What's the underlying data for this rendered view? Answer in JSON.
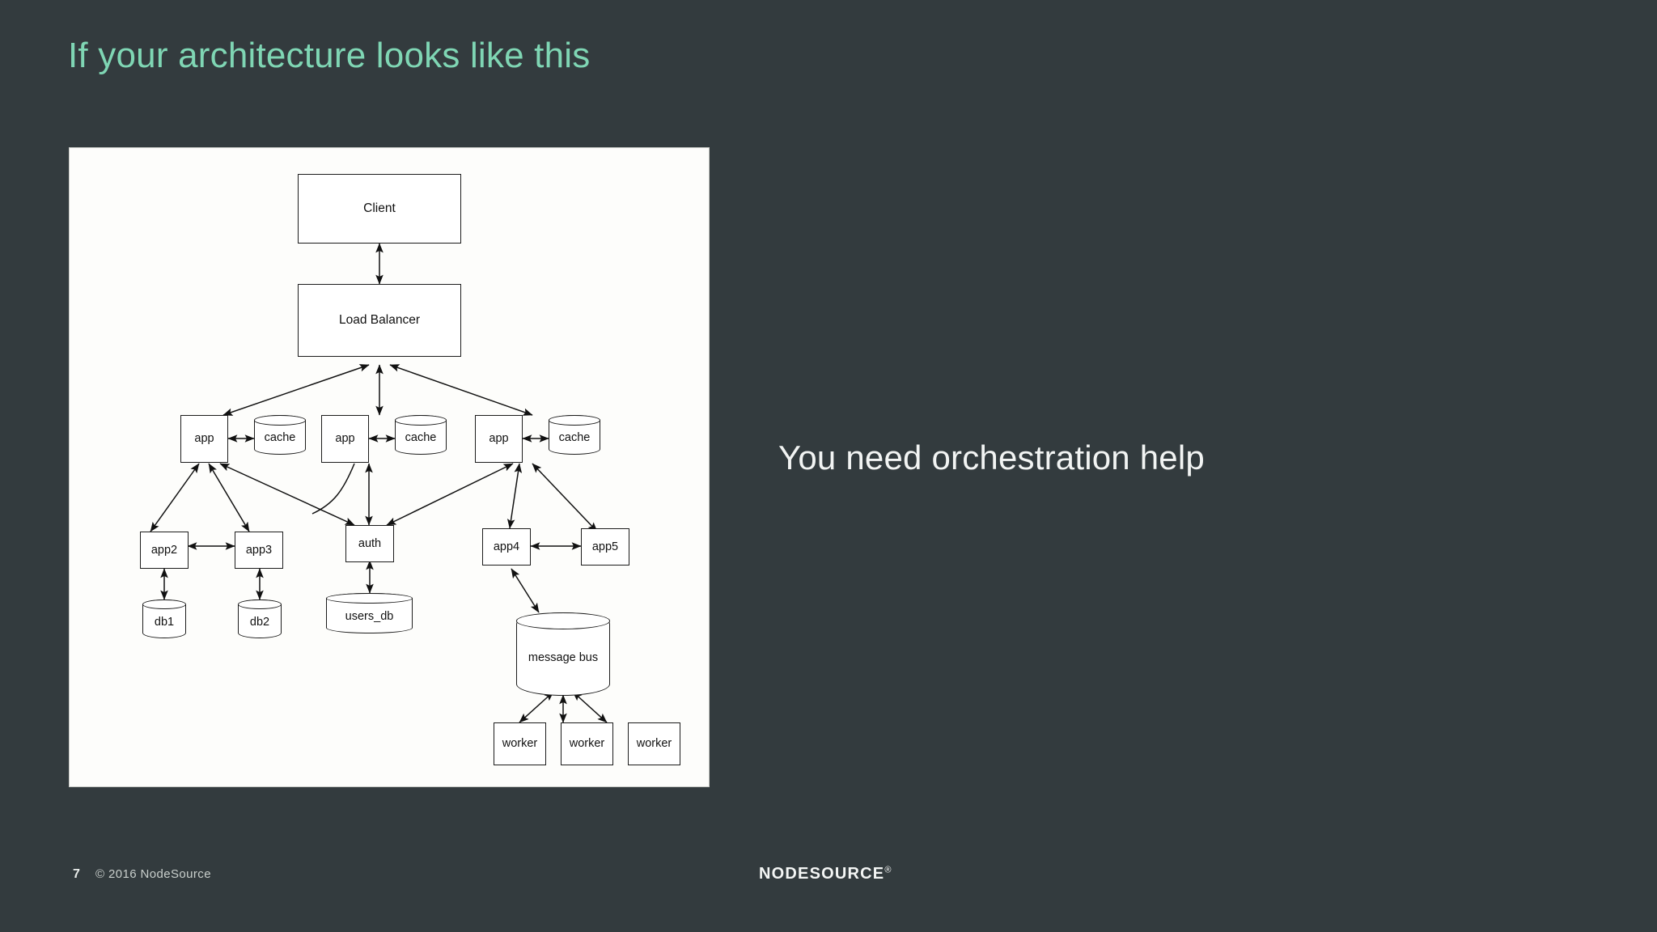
{
  "slide": {
    "title": "If your architecture looks like this",
    "headline": "You need orchestration help",
    "accent_color": "#7fd6b4",
    "background_color": "#333b3e",
    "panel_background": "#fdfdfb",
    "text_color": "#f2f4f3"
  },
  "diagram": {
    "type": "architecture-graph",
    "nodes": [
      {
        "id": "client",
        "label": "Client",
        "shape": "box"
      },
      {
        "id": "lb",
        "label": "Load Balancer",
        "shape": "box"
      },
      {
        "id": "app_a",
        "label": "app",
        "shape": "box"
      },
      {
        "id": "cache_a",
        "label": "cache",
        "shape": "cylinder"
      },
      {
        "id": "app_b",
        "label": "app",
        "shape": "box"
      },
      {
        "id": "cache_b",
        "label": "cache",
        "shape": "cylinder"
      },
      {
        "id": "app_c",
        "label": "app",
        "shape": "box"
      },
      {
        "id": "cache_c",
        "label": "cache",
        "shape": "cylinder"
      },
      {
        "id": "app2",
        "label": "app2",
        "shape": "box"
      },
      {
        "id": "app3",
        "label": "app3",
        "shape": "box"
      },
      {
        "id": "auth",
        "label": "auth",
        "shape": "box"
      },
      {
        "id": "app4",
        "label": "app4",
        "shape": "box"
      },
      {
        "id": "app5",
        "label": "app5",
        "shape": "box"
      },
      {
        "id": "db1",
        "label": "db1",
        "shape": "cylinder"
      },
      {
        "id": "db2",
        "label": "db2",
        "shape": "cylinder"
      },
      {
        "id": "users_db",
        "label": "users_db",
        "shape": "cylinder"
      },
      {
        "id": "msgbus",
        "label": "message bus",
        "shape": "cylinder"
      },
      {
        "id": "worker1",
        "label": "worker",
        "shape": "box"
      },
      {
        "id": "worker2",
        "label": "worker",
        "shape": "box"
      },
      {
        "id": "worker3",
        "label": "worker",
        "shape": "box"
      }
    ],
    "edges": [
      {
        "from": "client",
        "to": "lb",
        "arrow": "both"
      },
      {
        "from": "lb",
        "to": "app_a",
        "arrow": "both"
      },
      {
        "from": "lb",
        "to": "app_b",
        "arrow": "both"
      },
      {
        "from": "lb",
        "to": "app_c",
        "arrow": "both"
      },
      {
        "from": "app_a",
        "to": "cache_a",
        "arrow": "both"
      },
      {
        "from": "app_b",
        "to": "cache_b",
        "arrow": "both"
      },
      {
        "from": "app_c",
        "to": "cache_c",
        "arrow": "both"
      },
      {
        "from": "app_a",
        "to": "app2",
        "arrow": "both"
      },
      {
        "from": "app_a",
        "to": "app3",
        "arrow": "both"
      },
      {
        "from": "app_a",
        "to": "auth",
        "arrow": "both"
      },
      {
        "from": "app_b",
        "to": "auth",
        "arrow": "both"
      },
      {
        "from": "app_c",
        "to": "auth",
        "arrow": "both"
      },
      {
        "from": "app_c",
        "to": "app4",
        "arrow": "both"
      },
      {
        "from": "app_c",
        "to": "app5",
        "arrow": "both"
      },
      {
        "from": "app2",
        "to": "app3",
        "arrow": "both"
      },
      {
        "from": "app2",
        "to": "db1",
        "arrow": "both"
      },
      {
        "from": "app3",
        "to": "db2",
        "arrow": "both"
      },
      {
        "from": "auth",
        "to": "users_db",
        "arrow": "both"
      },
      {
        "from": "app4",
        "to": "app5",
        "arrow": "both"
      },
      {
        "from": "app4",
        "to": "msgbus",
        "arrow": "both"
      },
      {
        "from": "msgbus",
        "to": "worker1",
        "arrow": "both"
      },
      {
        "from": "msgbus",
        "to": "worker2",
        "arrow": "both"
      },
      {
        "from": "msgbus",
        "to": "worker3",
        "arrow": "both"
      }
    ]
  },
  "footer": {
    "page_number": "7",
    "copyright": "©  2016  NodeSource",
    "brand": "NODESOURCE",
    "brand_mark": "®"
  }
}
